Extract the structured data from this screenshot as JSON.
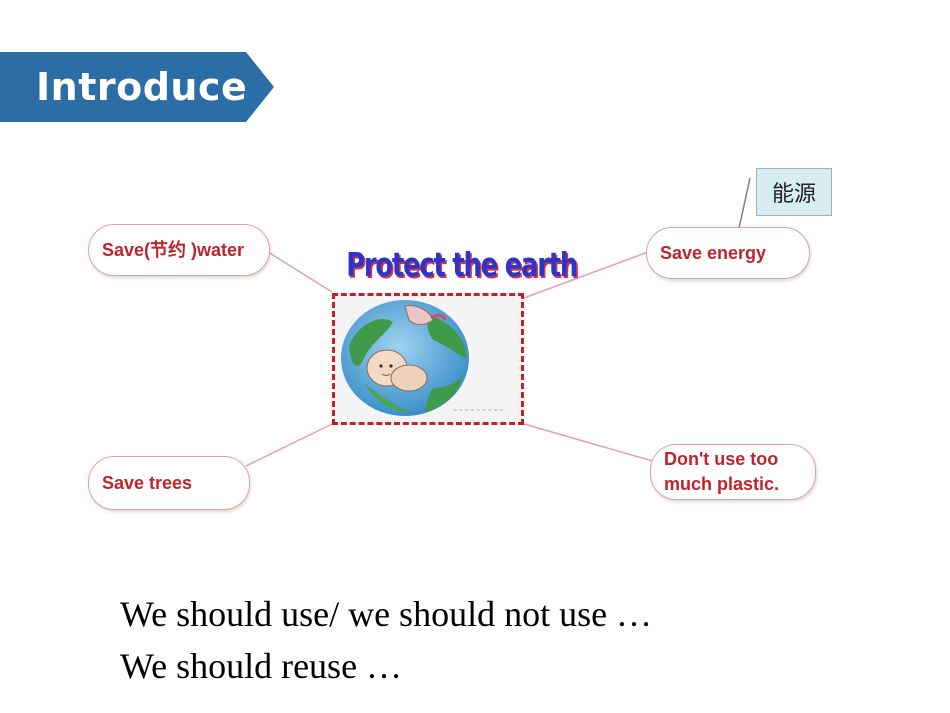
{
  "header": {
    "title": "Introduce",
    "banner_color": "#2b6ea6"
  },
  "mind_map": {
    "center_title": "Protect the earth",
    "center_image": "globe-with-baby-drawing-icon",
    "bubbles": {
      "top_left": "Save(节约 )water",
      "top_right": "Save energy",
      "bottom_left": "Save trees",
      "bottom_right": "Don't use too\nmuch plastic."
    },
    "annotation": "能源",
    "text_color": "#c0242a",
    "frame_color": "#c81e28"
  },
  "sentences": [
    "We should use/ we should not use …",
    "We should reuse …"
  ]
}
